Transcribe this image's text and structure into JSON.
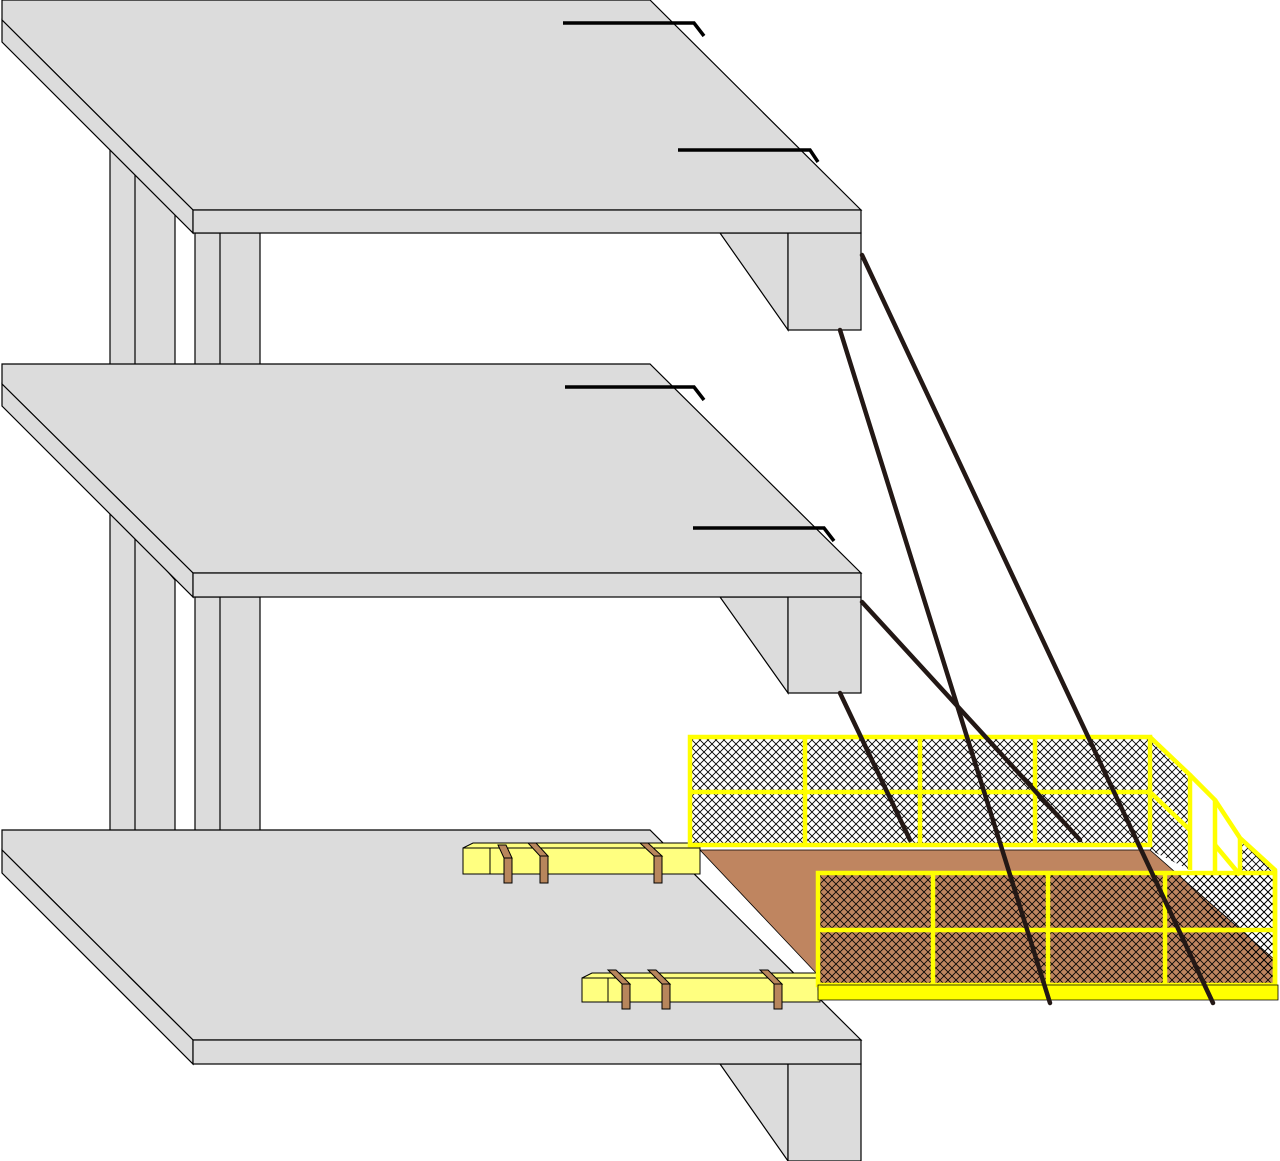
{
  "diagram": {
    "subject": "",
    "colors": {
      "background": "#ffffff",
      "concrete": "#dcdcdc",
      "outline": "#000000",
      "cable": "#231815",
      "frame": "#ffff00",
      "floor": "#bf8560",
      "timber": "#ffff80",
      "strap": "#b8865c",
      "mesh": "#000000"
    },
    "storeys": 3,
    "cables": 4,
    "support_beams": 2
  }
}
